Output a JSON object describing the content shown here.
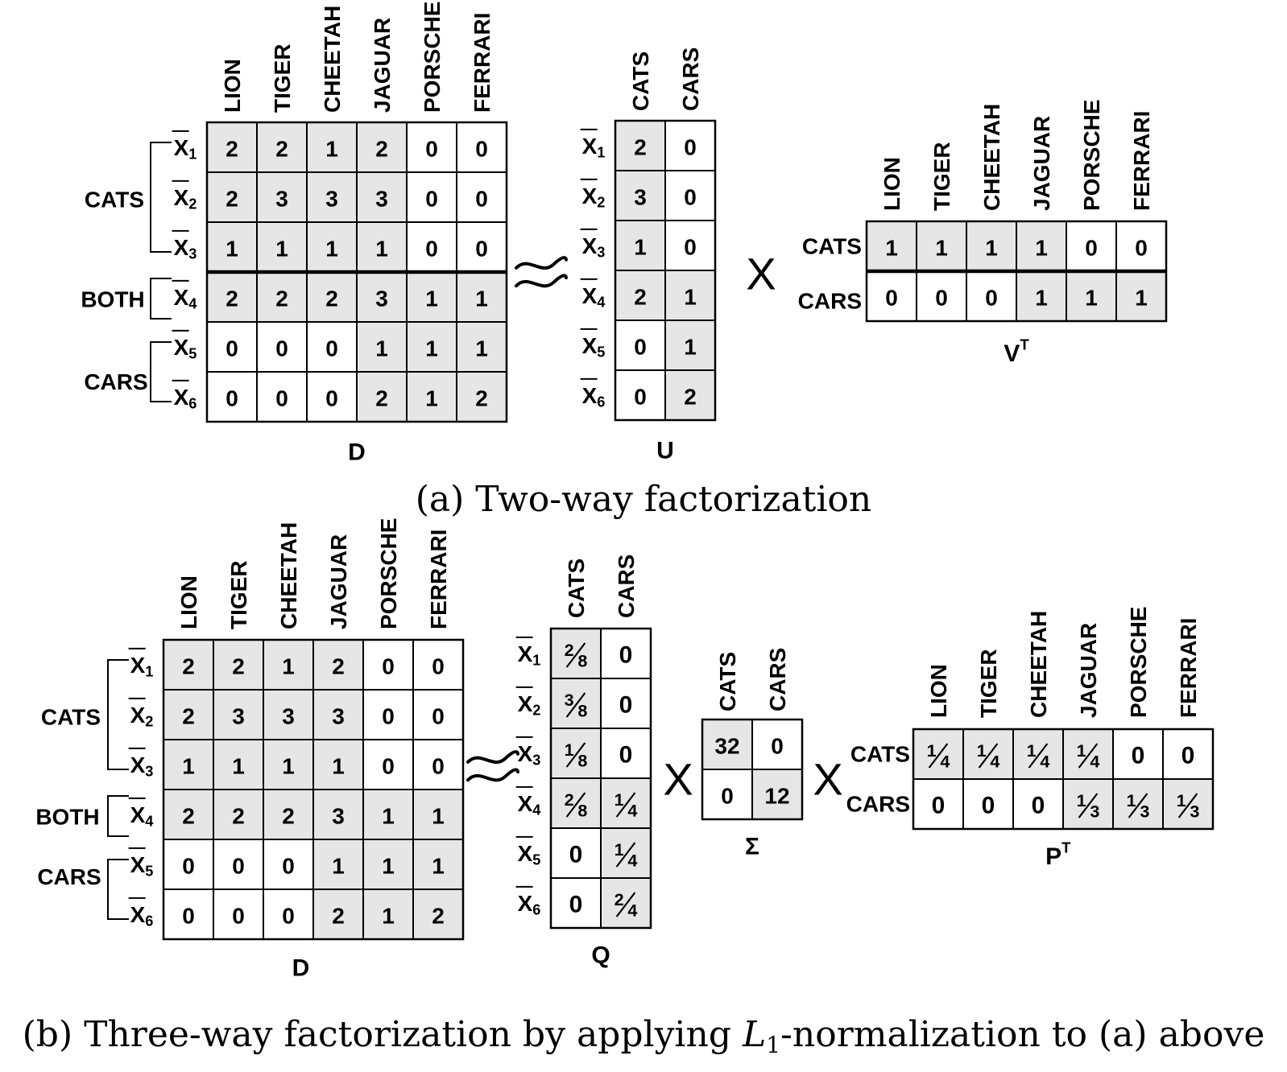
{
  "columns": [
    "LION",
    "TIGER",
    "CHEETAH",
    "JAGUAR",
    "PORSCHE",
    "FERRARI"
  ],
  "factors": [
    "CATS",
    "CARS"
  ],
  "rows": [
    "X1",
    "X2",
    "X3",
    "X4",
    "X5",
    "X6"
  ],
  "groups": [
    "CATS",
    "BOTH",
    "CARS"
  ],
  "symbols": {
    "approx": "≈",
    "times": "X"
  },
  "shading": {
    "fill": "#e6e6e6",
    "stroke": "#000000"
  },
  "panel_a": {
    "caption": "(a) Two-way factorization",
    "D": {
      "label": "D",
      "values": [
        [
          "2",
          "2",
          "1",
          "2",
          "0",
          "0"
        ],
        [
          "2",
          "3",
          "3",
          "3",
          "0",
          "0"
        ],
        [
          "1",
          "1",
          "1",
          "1",
          "0",
          "0"
        ],
        [
          "2",
          "2",
          "2",
          "3",
          "1",
          "1"
        ],
        [
          "0",
          "0",
          "0",
          "1",
          "1",
          "1"
        ],
        [
          "0",
          "0",
          "0",
          "2",
          "1",
          "2"
        ]
      ],
      "shaded": [
        [
          1,
          1,
          1,
          1,
          0,
          0
        ],
        [
          1,
          1,
          1,
          1,
          0,
          0
        ],
        [
          1,
          1,
          1,
          1,
          0,
          0
        ],
        [
          1,
          1,
          1,
          1,
          1,
          1
        ],
        [
          0,
          0,
          0,
          1,
          1,
          1
        ],
        [
          0,
          0,
          0,
          1,
          1,
          1
        ]
      ]
    },
    "U": {
      "label": "U",
      "values": [
        [
          "2",
          "0"
        ],
        [
          "3",
          "0"
        ],
        [
          "1",
          "0"
        ],
        [
          "2",
          "1"
        ],
        [
          "0",
          "1"
        ],
        [
          "0",
          "2"
        ]
      ],
      "shaded": [
        [
          1,
          0
        ],
        [
          1,
          0
        ],
        [
          1,
          0
        ],
        [
          1,
          1
        ],
        [
          0,
          1
        ],
        [
          0,
          1
        ]
      ]
    },
    "VT": {
      "label": "V",
      "label_sup": "T",
      "values": [
        [
          "1",
          "1",
          "1",
          "1",
          "0",
          "0"
        ],
        [
          "0",
          "0",
          "0",
          "1",
          "1",
          "1"
        ]
      ],
      "shaded": [
        [
          1,
          1,
          1,
          1,
          0,
          0
        ],
        [
          0,
          0,
          0,
          1,
          1,
          1
        ]
      ]
    }
  },
  "panel_b": {
    "caption_prefix": "(b) Three-way factorization by applying ",
    "caption_var": "L",
    "caption_sub": "1",
    "caption_suffix": "-normalization to (a) above",
    "D": {
      "label": "D",
      "values": [
        [
          "2",
          "2",
          "1",
          "2",
          "0",
          "0"
        ],
        [
          "2",
          "3",
          "3",
          "3",
          "0",
          "0"
        ],
        [
          "1",
          "1",
          "1",
          "1",
          "0",
          "0"
        ],
        [
          "2",
          "2",
          "2",
          "3",
          "1",
          "1"
        ],
        [
          "0",
          "0",
          "0",
          "1",
          "1",
          "1"
        ],
        [
          "0",
          "0",
          "0",
          "2",
          "1",
          "2"
        ]
      ],
      "shaded": [
        [
          1,
          1,
          1,
          1,
          0,
          0
        ],
        [
          1,
          1,
          1,
          1,
          0,
          0
        ],
        [
          1,
          1,
          1,
          1,
          0,
          0
        ],
        [
          1,
          1,
          1,
          1,
          1,
          1
        ],
        [
          0,
          0,
          0,
          1,
          1,
          1
        ],
        [
          0,
          0,
          0,
          1,
          1,
          1
        ]
      ]
    },
    "Q": {
      "label": "Q",
      "values": [
        [
          "2/8",
          "0"
        ],
        [
          "3/8",
          "0"
        ],
        [
          "1/8",
          "0"
        ],
        [
          "2/8",
          "1/4"
        ],
        [
          "0",
          "1/4"
        ],
        [
          "0",
          "2/4"
        ]
      ],
      "shaded": [
        [
          1,
          0
        ],
        [
          1,
          0
        ],
        [
          1,
          0
        ],
        [
          1,
          1
        ],
        [
          0,
          1
        ],
        [
          0,
          1
        ]
      ]
    },
    "Sigma": {
      "label": "Σ",
      "values": [
        [
          "32",
          "0"
        ],
        [
          "0",
          "12"
        ]
      ],
      "shaded": [
        [
          1,
          0
        ],
        [
          0,
          1
        ]
      ]
    },
    "PT": {
      "label": "P",
      "label_sup": "T",
      "values": [
        [
          "1/4",
          "1/4",
          "1/4",
          "1/4",
          "0",
          "0"
        ],
        [
          "0",
          "0",
          "0",
          "1/3",
          "1/3",
          "1/3"
        ]
      ],
      "shaded": [
        [
          1,
          1,
          1,
          1,
          0,
          0
        ],
        [
          0,
          0,
          0,
          1,
          1,
          1
        ]
      ]
    }
  }
}
